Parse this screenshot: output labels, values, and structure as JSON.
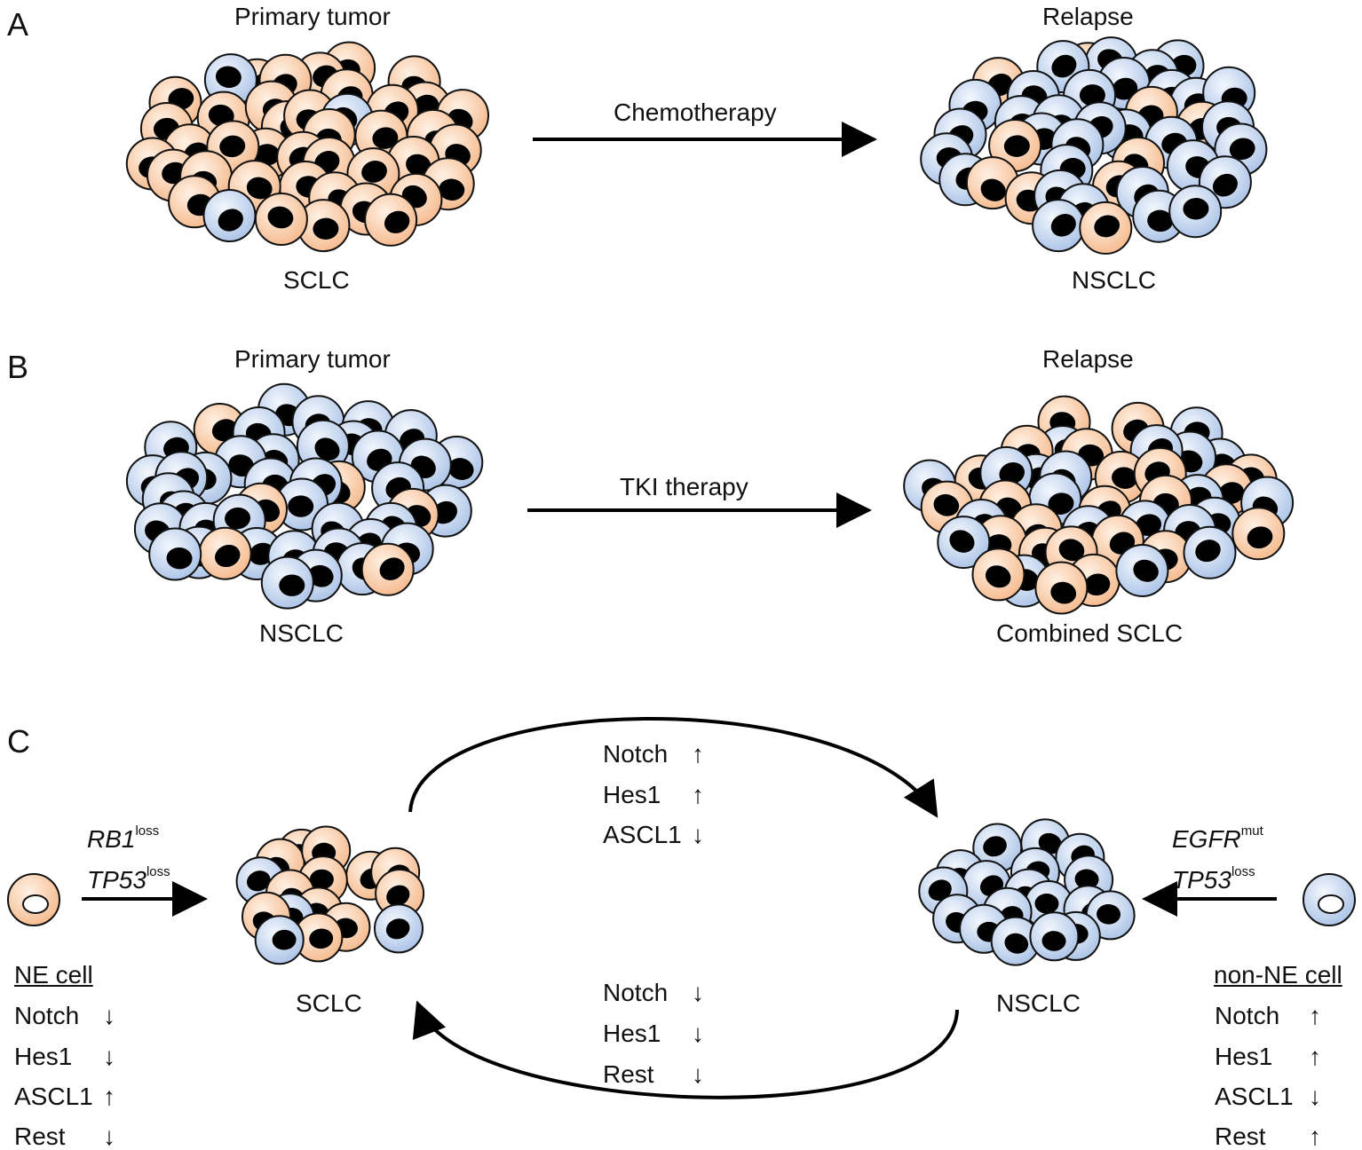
{
  "panels": {
    "a": "A",
    "b": "B",
    "c": "C"
  },
  "colors": {
    "ne_cell": "#f9c9a4",
    "non_ne_cell": "#c7d8f0",
    "nucleus": "#000000",
    "stroke": "#111111"
  },
  "panel_a": {
    "left_title": "Primary tumor",
    "right_title": "Relapse",
    "arrow_label": "Chemotherapy",
    "left_caption": "SCLC",
    "right_caption": "NSCLC"
  },
  "panel_b": {
    "left_title": "Primary tumor",
    "right_title": "Relapse",
    "arrow_label": "TKI therapy",
    "left_caption": "NSCLC",
    "right_caption": "Combined SCLC"
  },
  "panel_c": {
    "left_gene1": "RB1",
    "left_gene1_sup": "loss",
    "left_gene2": "TP53",
    "left_gene2_sup": "loss",
    "right_gene1": "EGFR",
    "right_gene1_sup": "mut",
    "right_gene2": "TP53",
    "right_gene2_sup": "loss",
    "sclc_caption": "SCLC",
    "nsclc_caption": "NSCLC",
    "top_arrow": [
      {
        "label": "Notch",
        "arrow": "↑"
      },
      {
        "label": "Hes1",
        "arrow": "↑"
      },
      {
        "label": "ASCL1",
        "arrow": "↓"
      }
    ],
    "bottom_arrow": [
      {
        "label": "Notch",
        "arrow": "↓"
      },
      {
        "label": "Hes1",
        "arrow": "↓"
      },
      {
        "label": "Rest",
        "arrow": "↓"
      }
    ],
    "ne_cell": {
      "title": "NE cell",
      "markers": [
        {
          "label": "Notch",
          "arrow": "↓"
        },
        {
          "label": "Hes1",
          "arrow": "↓"
        },
        {
          "label": "ASCL1",
          "arrow": "↑"
        },
        {
          "label": "Rest",
          "arrow": "↓"
        }
      ]
    },
    "non_ne_cell": {
      "title": "non-NE cell",
      "markers": [
        {
          "label": "Notch",
          "arrow": "↑"
        },
        {
          "label": "Hes1",
          "arrow": "↑"
        },
        {
          "label": "ASCL1",
          "arrow": "↓"
        },
        {
          "label": "Rest",
          "arrow": "↑"
        }
      ]
    }
  }
}
